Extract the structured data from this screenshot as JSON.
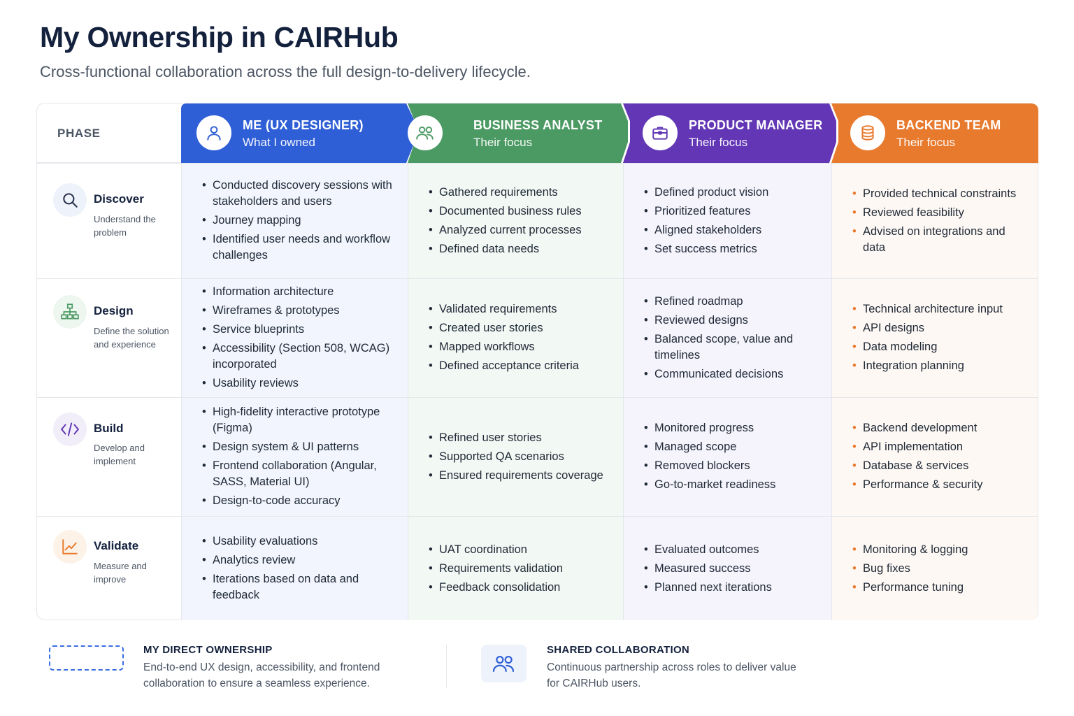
{
  "title": "My Ownership in CAIRHub",
  "subtitle": "Cross-functional collaboration across the full design-to-delivery lifecycle.",
  "phase_header": "PHASE",
  "colors": {
    "ux": "#2f5fd6",
    "ba": "#4c9a63",
    "pm": "#6236b5",
    "be": "#e87a2e"
  },
  "columns": [
    {
      "title": "ME (UX DESIGNER)",
      "subtitle": "What I owned",
      "icon": "user-icon"
    },
    {
      "title": "BUSINESS ANALYST",
      "subtitle": "Their focus",
      "icon": "users-icon"
    },
    {
      "title": "PRODUCT MANAGER",
      "subtitle": "Their focus",
      "icon": "briefcase-icon"
    },
    {
      "title": "BACKEND TEAM",
      "subtitle": "Their focus",
      "icon": "database-icon"
    }
  ],
  "phases": [
    {
      "name": "Discover",
      "description": "Understand the problem",
      "icon": "search-icon",
      "cells": [
        [
          "Conducted discovery sessions with stakeholders and users",
          "Journey mapping",
          "Identified user needs and workflow challenges"
        ],
        [
          "Gathered requirements",
          "Documented business rules",
          "Analyzed current processes",
          "Defined data needs"
        ],
        [
          "Defined product vision",
          "Prioritized features",
          "Aligned stakeholders",
          "Set success metrics"
        ],
        [
          "Provided technical constraints",
          "Reviewed feasibility",
          "Advised on integrations and data"
        ]
      ]
    },
    {
      "name": "Design",
      "description": "Define the solution and experience",
      "icon": "sitemap-icon",
      "cells": [
        [
          "Information architecture",
          "Wireframes & prototypes",
          "Service blueprints",
          "Accessibility (Section 508, WCAG) incorporated",
          "Usability reviews"
        ],
        [
          "Validated requirements",
          "Created user stories",
          "Mapped workflows",
          "Defined acceptance criteria"
        ],
        [
          "Refined roadmap",
          "Reviewed designs",
          "Balanced scope, value and timelines",
          "Communicated decisions"
        ],
        [
          "Technical architecture input",
          "API designs",
          "Data modeling",
          "Integration planning"
        ]
      ]
    },
    {
      "name": "Build",
      "description": "Develop and implement",
      "icon": "code-icon",
      "cells": [
        [
          "High-fidelity interactive prototype (Figma)",
          "Design system & UI patterns",
          "Frontend collaboration (Angular, SASS, Material UI)",
          "Design-to-code accuracy"
        ],
        [
          "Refined user stories",
          "Supported QA scenarios",
          "Ensured requirements coverage"
        ],
        [
          "Monitored progress",
          "Managed scope",
          "Removed blockers",
          "Go-to-market readiness"
        ],
        [
          "Backend development",
          "API implementation",
          "Database & services",
          "Performance & security"
        ]
      ]
    },
    {
      "name": "Validate",
      "description": "Measure and improve",
      "icon": "trend-chart-icon",
      "cells": [
        [
          "Usability evaluations",
          "Analytics review",
          "Iterations based on data and feedback"
        ],
        [
          "UAT coordination",
          "Requirements validation",
          "Feedback consolidation"
        ],
        [
          "Evaluated outcomes",
          "Measured success",
          "Planned next iterations"
        ],
        [
          "Monitoring & logging",
          "Bug fixes",
          "Performance tuning"
        ]
      ]
    }
  ],
  "legend": {
    "direct": {
      "title": "MY DIRECT OWNERSHIP",
      "text": "End-to-end UX design, accessibility, and frontend collaboration to ensure a seamless experience."
    },
    "shared": {
      "title": "SHARED COLLABORATION",
      "text": "Continuous partnership across roles to deliver value for CAIRHub users.",
      "icon": "users-icon"
    }
  }
}
